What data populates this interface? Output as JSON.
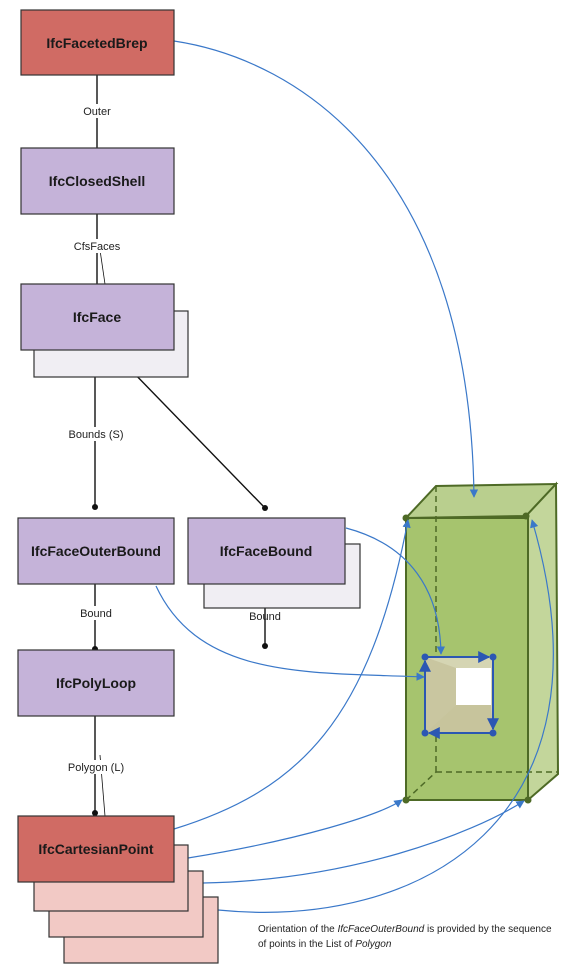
{
  "entities": {
    "faceted_brep": "IfcFacetedBrep",
    "closed_shell": "IfcClosedShell",
    "face": "IfcFace",
    "face_outer_bound": "IfcFaceOuterBound",
    "face_bound": "IfcFaceBound",
    "poly_loop": "IfcPolyLoop",
    "cartesian_point": "IfcCartesianPoint"
  },
  "relations": {
    "outer": "Outer",
    "cfs_faces": "CfsFaces",
    "bounds": "Bounds (S)",
    "bound_outer": "Bound",
    "bound_inner": "Bound",
    "polygon": "Polygon (L)"
  },
  "caption": {
    "part1": "Orientation of the ",
    "part2": "IfcFaceOuterBound",
    "part3": " is provided by the sequence of points in the List of ",
    "part4": "Polygon"
  },
  "colors": {
    "brep_fill": "#d06b64",
    "entity_fill": "#c5b3d9",
    "shadow_fill": "#f0eef3",
    "point_shadow_fill": "#f2c9c5",
    "box_front": "#a6c46e",
    "box_side": "#c3d69b",
    "box_stroke": "#4e6a26",
    "arrow_blue": "#3a78c9",
    "loop_blue": "#2b57b3"
  }
}
